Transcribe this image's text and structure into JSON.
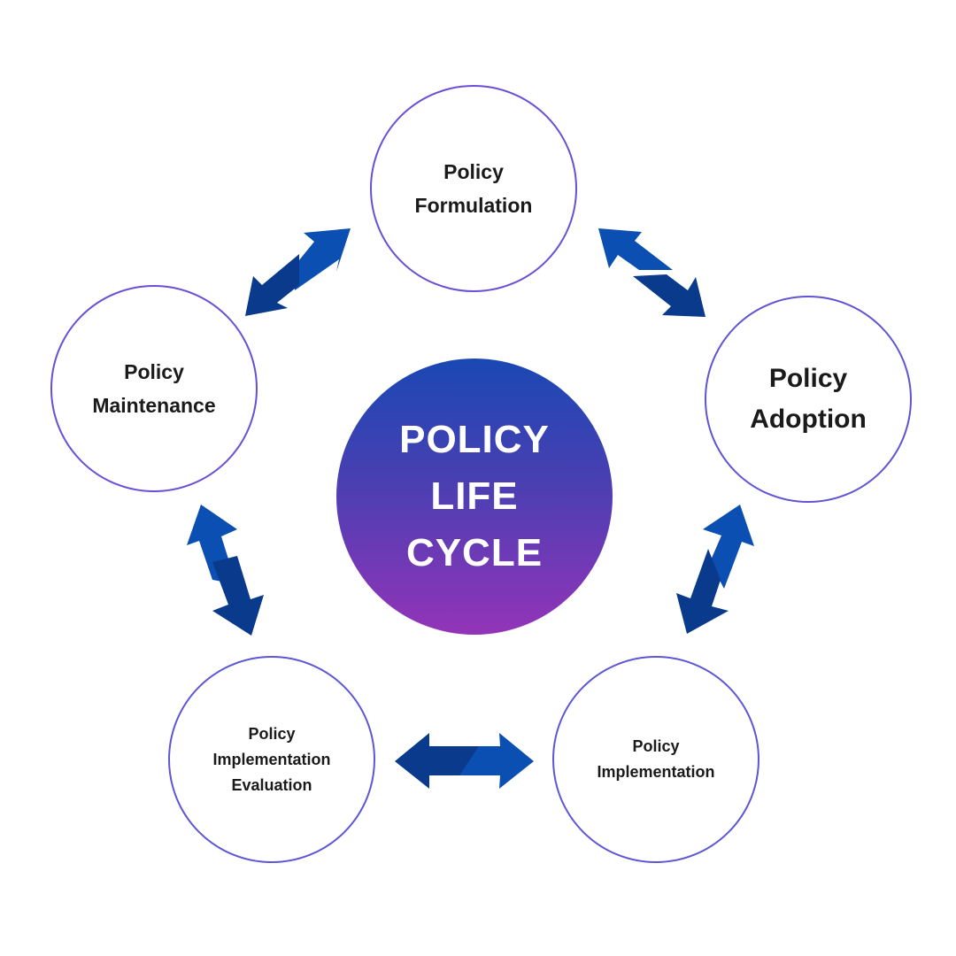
{
  "diagram": {
    "type": "cycle",
    "center": {
      "lines": [
        "POLICY",
        "LIFE",
        "CYCLE"
      ]
    },
    "stages": {
      "formulation": {
        "lines": [
          "Policy",
          "Formulation"
        ]
      },
      "adoption": {
        "lines": [
          "Policy",
          "Adoption"
        ]
      },
      "implementation": {
        "lines": [
          "Policy",
          "Implementation"
        ]
      },
      "evaluation": {
        "lines": [
          "Policy",
          "Implementation",
          "Evaluation"
        ]
      },
      "maintenance": {
        "lines": [
          "Policy",
          "Maintenance"
        ]
      }
    },
    "connections": [
      {
        "from": "maintenance",
        "to": "formulation",
        "direction": "bidirectional"
      },
      {
        "from": "formulation",
        "to": "adoption",
        "direction": "bidirectional"
      },
      {
        "from": "adoption",
        "to": "implementation",
        "direction": "bidirectional"
      },
      {
        "from": "implementation",
        "to": "evaluation",
        "direction": "bidirectional"
      },
      {
        "from": "evaluation",
        "to": "maintenance",
        "direction": "bidirectional"
      }
    ],
    "colors": {
      "arrow_light": "#0b4fb3",
      "arrow_dark": "#0a3a8c",
      "circle_border": "#5b5fd8",
      "center_top": "#1a48b4",
      "center_bottom": "#9334b8",
      "text": "#1a1a1a",
      "center_text": "#ffffff"
    }
  }
}
